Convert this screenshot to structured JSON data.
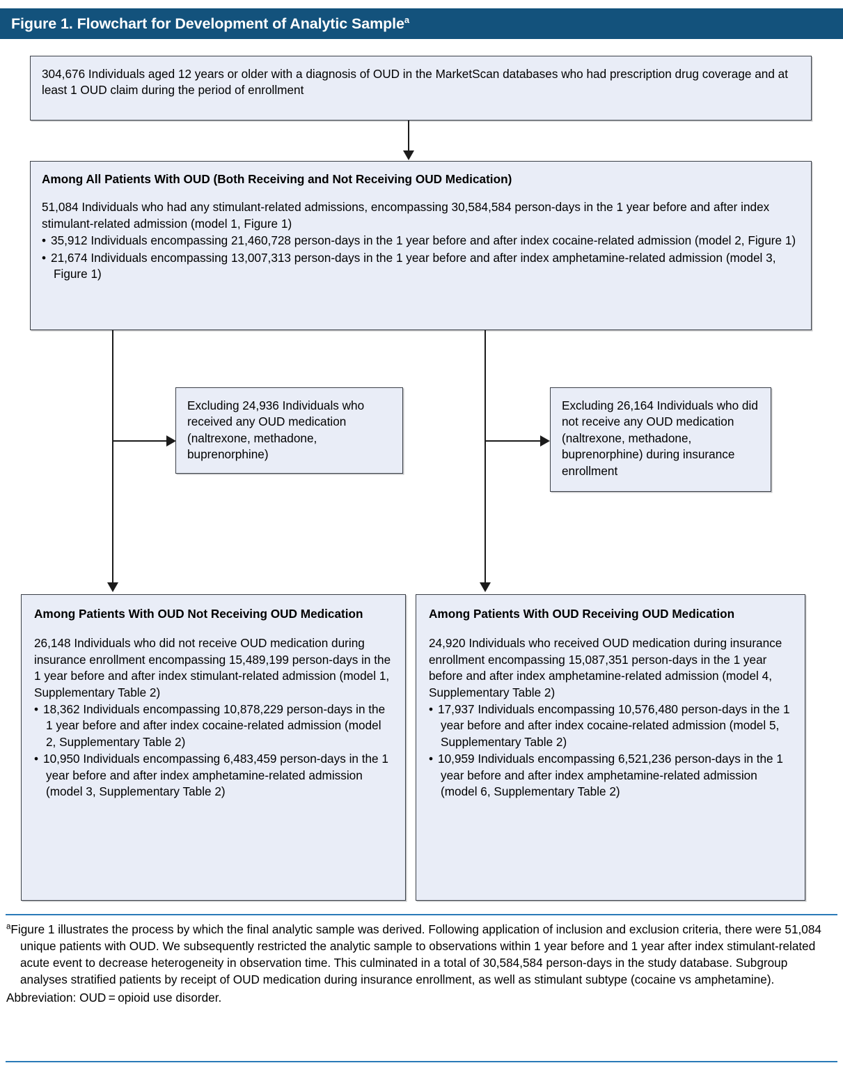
{
  "figure": {
    "title": "Figure 1. Flowchart for Development of Analytic Sample",
    "title_superscript": "a"
  },
  "boxes": {
    "top": {
      "text": "304,676 Individuals aged 12 years or older with a diagnosis of OUD in the MarketScan databases who had prescription drug coverage and at least 1 OUD claim during the period of enrollment"
    },
    "all_patients": {
      "header": "Among All Patients With OUD (Both Receiving and Not Receiving OUD Medication)",
      "body": "51,084 Individuals who had any stimulant-related admissions, encompassing 30,584,584 person-days in the 1 year before and after index stimulant-related admission (model 1, Figure 1)",
      "bullets": [
        "35,912 Individuals encompassing 21,460,728 person-days in the 1 year before and after index cocaine-related admission (model 2, Figure 1)",
        "21,674 Individuals encompassing 13,007,313 person-days in the 1 year before and after index amphetamine-related admission (model 3, Figure 1)"
      ]
    },
    "exclusion_left": {
      "text": "Excluding  24,936 Individuals who received any OUD medication (naltrexone, methadone, buprenorphine)"
    },
    "exclusion_right": {
      "text": "Excluding  26,164 Individuals who did not receive any OUD medication (naltrexone, methadone, buprenorphine) during insurance enrollment"
    },
    "not_receiving": {
      "header": "Among Patients With OUD Not Receiving OUD Medication",
      "body": "26,148 Individuals who did not receive OUD medication during insurance enrollment encompassing 15,489,199 person-days in the 1 year before and after index stimulant-related admission (model 1, Supplementary Table 2)",
      "bullets": [
        "18,362 Individuals encompassing 10,878,229 person-days in the 1 year before and after index cocaine-related admission (model 2, Supplementary Table 2)",
        "10,950 Individuals encompassing 6,483,459 person-days in the 1 year before and after index amphetamine-related admission (model 3, Supplementary Table 2)"
      ]
    },
    "receiving": {
      "header": "Among Patients With OUD Receiving OUD Medication",
      "body": "24,920 Individuals who received OUD medication during insurance enrollment encompassing 15,087,351 person-days in the 1 year before and after index amphetamine-related admission (model 4, Supplementary Table 2)",
      "bullets": [
        "17,937 Individuals encompassing 10,576,480 person-days in the 1 year before and after index cocaine-related admission (model 5, Supplementary Table 2)",
        "10,959 Individuals encompassing 6,521,236 person-days in the 1 year before and after index amphetamine-related admission (model 6, Supplementary Table 2)"
      ]
    }
  },
  "footnote": {
    "marker": "a",
    "text": "Figure 1 illustrates the process by which the final analytic sample was derived. Following application of inclusion and exclusion criteria, there were 51,084 unique patients with OUD. We subsequently restricted the analytic sample to observations within 1 year before and 1 year after index stimulant-related acute event to decrease heterogeneity in observation time. This culminated in a total of 30,584,584 person-days in the study database. Subgroup analyses stratified patients by receipt of OUD medication during insurance enrollment, as well as stimulant subtype (cocaine vs amphetamine).",
    "abbreviation": "Abbreviation: OUD = opioid use disorder."
  },
  "colors": {
    "title_bar": "#13527c",
    "box_fill": "#e9edf7",
    "box_border": "#3a3f47",
    "rule": "#2a7ab8",
    "connector": "#1b1b1b"
  }
}
